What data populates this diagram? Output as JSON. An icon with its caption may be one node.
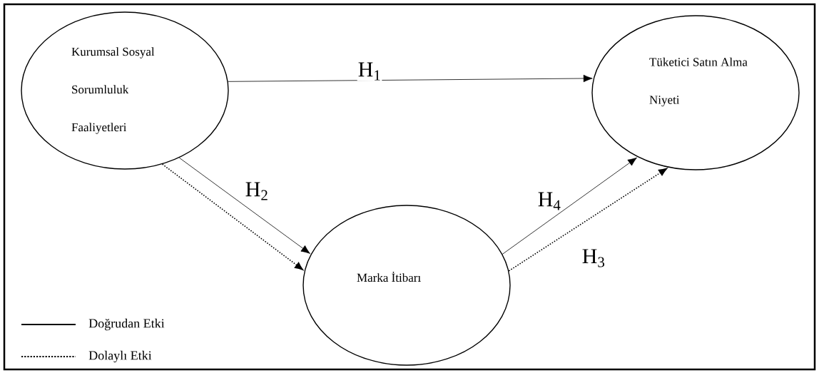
{
  "diagram": {
    "nodes": [
      {
        "text": [
          "Kurumsal Sosyal Sorumluluk Faaliyetleri"
        ]
      },
      {
        "text": [
          "Tüketici Satın Alma Niyeti"
        ]
      },
      {
        "text": [
          "Marka İtibarı"
        ]
      }
    ],
    "edges": [
      {
        "from": 0,
        "to": 1,
        "arrow": "to",
        "label": "H$_{1}$"
      },
      {
        "from": 0,
        "to": 2,
        "arrow": "to",
        "label": "H$_{2}$"
      },
      {
        "from": 0,
        "to": 2,
        "arrow": "to",
        "style": "dashed"
      },
      {
        "from": 2,
        "to": 1,
        "arrow": "to",
        "label": "H$_{4}$"
      },
      {
        "from": 2,
        "to": 1,
        "arrow": "to",
        "style": "dashed",
        "label": "H$_{3}$"
      }
    ],
    "legend": [
      {
        "text": "Doğrudan Etki"
      },
      {
        "text": "Dolaylı Etki"
      }
    ]
  }
}
